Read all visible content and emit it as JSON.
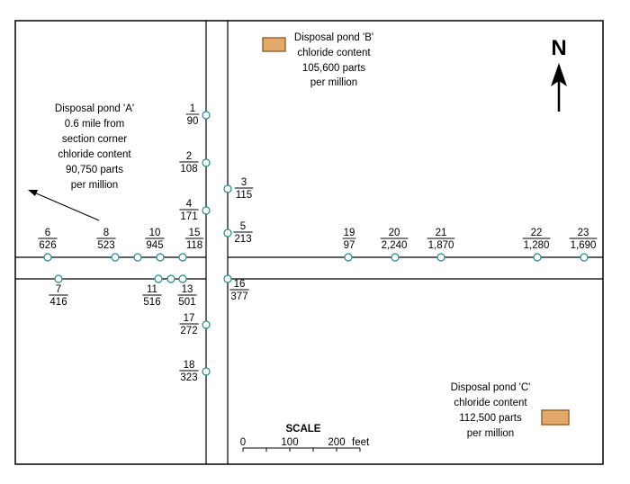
{
  "wells": [
    {
      "id": "1",
      "value": "90"
    },
    {
      "id": "2",
      "value": "108"
    },
    {
      "id": "3",
      "value": "115"
    },
    {
      "id": "4",
      "value": "171"
    },
    {
      "id": "5",
      "value": "213"
    },
    {
      "id": "6",
      "value": "626"
    },
    {
      "id": "7",
      "value": "416"
    },
    {
      "id": "8",
      "value": "523"
    },
    {
      "id": "10",
      "value": "945"
    },
    {
      "id": "11",
      "value": "516"
    },
    {
      "id": "13",
      "value": "501"
    },
    {
      "id": "15",
      "value": "118"
    },
    {
      "id": "16",
      "value": "377"
    },
    {
      "id": "17",
      "value": "272"
    },
    {
      "id": "18",
      "value": "323"
    },
    {
      "id": "19",
      "value": "97"
    },
    {
      "id": "20",
      "value": "2,240"
    },
    {
      "id": "21",
      "value": "1,870"
    },
    {
      "id": "22",
      "value": "1,280"
    },
    {
      "id": "23",
      "value": "1,690"
    }
  ],
  "ponds": {
    "a": {
      "lines": [
        "Disposal pond 'A'",
        "0.6 mile from",
        "section corner",
        "chloride content",
        "90,750 parts",
        "per million"
      ]
    },
    "b": {
      "lines": [
        "Disposal pond 'B'",
        "chloride content",
        "105,600 parts",
        "per million"
      ]
    },
    "c": {
      "lines": [
        "Disposal pond 'C'",
        "chloride content",
        "112,500 parts",
        "per million"
      ]
    }
  },
  "north": {
    "label": "N"
  },
  "scale": {
    "title": "SCALE",
    "ticks": [
      "0",
      "100",
      "200"
    ],
    "unit": "feet"
  },
  "colors": {
    "pond_fill": "#E3A96B",
    "pond_stroke": "#A0642A",
    "well": "#1E8A8A",
    "line": "#000000"
  }
}
